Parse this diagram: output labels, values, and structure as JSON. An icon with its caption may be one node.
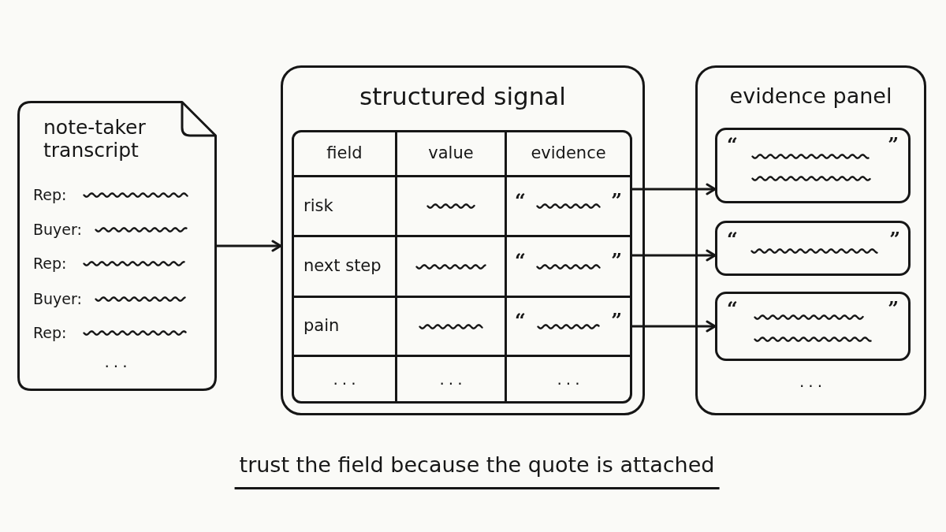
{
  "diagram": {
    "nodes": [
      {
        "text": [
          "note-taker transcript",
          "Rep:",
          "Buyer:",
          "Rep:",
          "Buyer:",
          "Rep:",
          "..."
        ]
      },
      {
        "text": [
          "structured signal"
        ]
      },
      {
        "text": [
          "field",
          "value",
          "evidence"
        ],
        "in": 1
      },
      {
        "text": [
          "risk",
          "“",
          "”"
        ],
        "in": 1
      },
      {
        "text": [
          "next step",
          "“",
          "”"
        ],
        "in": 1
      },
      {
        "text": [
          "pain",
          "“",
          "”"
        ],
        "in": 1
      },
      {
        "text": [
          "...",
          "...",
          "..."
        ],
        "in": 1
      },
      {
        "text": [
          "evidence panel",
          "..."
        ]
      },
      {
        "text": [
          "“",
          "”"
        ],
        "in": 7
      },
      {
        "text": [
          "“",
          "”"
        ],
        "in": 7
      },
      {
        "text": [
          "“",
          "”"
        ],
        "in": 7
      }
    ],
    "edges": [
      {
        "from": 0,
        "to": 1,
        "arrow": "to"
      },
      {
        "from": 3,
        "to": 8,
        "arrow": "to"
      },
      {
        "from": 4,
        "to": 9,
        "arrow": "to"
      },
      {
        "from": 5,
        "to": 10,
        "arrow": "to"
      }
    ],
    "caption": "trust the field because the quote is attached"
  }
}
